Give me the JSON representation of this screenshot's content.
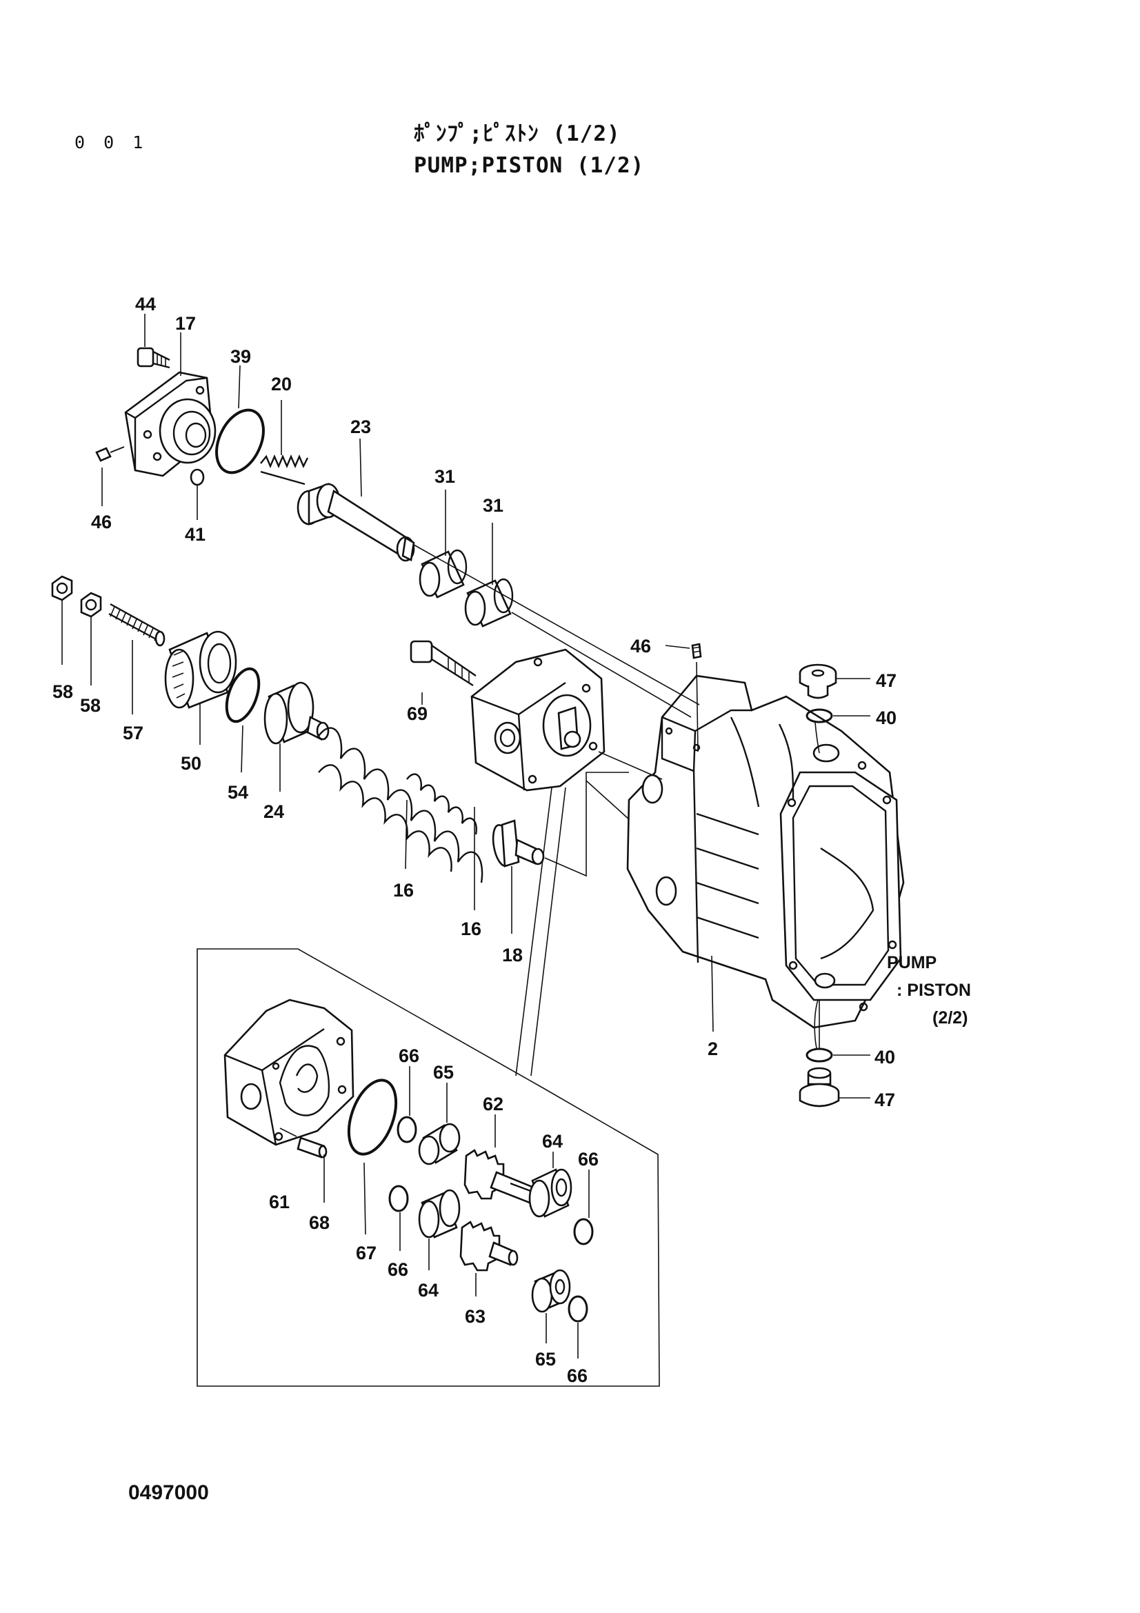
{
  "page_number": "0 0 1",
  "title_jp": "ﾎﾟﾝﾌﾟ;ﾋﾟｽﾄﾝ (1/2)",
  "title_en": "PUMP;PISTON (1/2)",
  "document_code": "0497000",
  "reference_note": {
    "line1": "PUMP",
    "line2": ": PISTON",
    "line3": "(2/2)"
  },
  "part_labels": {
    "p44": "44",
    "p17": "17",
    "p39": "39",
    "p20": "20",
    "p23": "23",
    "p31a": "31",
    "p31b": "31",
    "p46a": "46",
    "p41": "41",
    "p46b": "46",
    "p47a": "47",
    "p40a": "40",
    "p69": "69",
    "p58a": "58",
    "p58b": "58",
    "p57": "57",
    "p50": "50",
    "p54": "54",
    "p24": "24",
    "p16a": "16",
    "p16b": "16",
    "p18": "18",
    "p2": "2",
    "p40b": "40",
    "p47b": "47",
    "p66a": "66",
    "p65a": "65",
    "p62": "62",
    "p64a": "64",
    "p66b": "66",
    "p61": "61",
    "p68": "68",
    "p67": "67",
    "p66c": "66",
    "p64b": "64",
    "p63": "63",
    "p65b": "65",
    "p66d": "66"
  }
}
